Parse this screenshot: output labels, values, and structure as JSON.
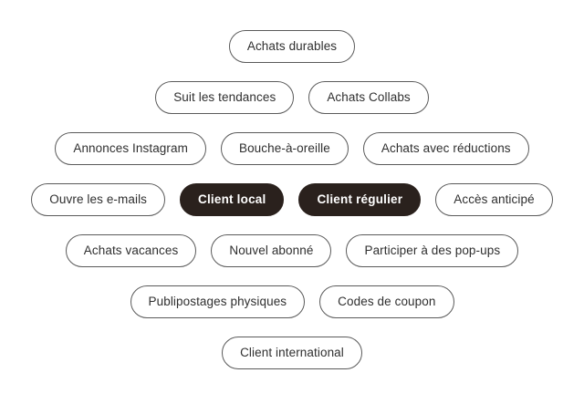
{
  "canvas": {
    "background": "#ffffff",
    "pill_fill": "#ffffff",
    "pill_border": "#5a5a5a",
    "pill_text": "#2f2f2f",
    "selected_fill": "#2a211d",
    "selected_text": "#ffffff"
  },
  "rows": [
    {
      "index": 0,
      "tags": [
        {
          "label": "Achats durables",
          "selected": false
        }
      ]
    },
    {
      "index": 1,
      "tags": [
        {
          "label": "Suit les tendances",
          "selected": false
        },
        {
          "label": "Achats Collabs",
          "selected": false
        }
      ]
    },
    {
      "index": 2,
      "tags": [
        {
          "label": "Annonces Instagram",
          "selected": false
        },
        {
          "label": "Bouche-à-oreille",
          "selected": false
        },
        {
          "label": "Achats avec réductions",
          "selected": false
        }
      ]
    },
    {
      "index": 3,
      "tags": [
        {
          "label": "Ouvre les e-mails",
          "selected": false
        },
        {
          "label": "Client local",
          "selected": true
        },
        {
          "label": "Client régulier",
          "selected": true
        },
        {
          "label": "Accès anticipé",
          "selected": false
        }
      ]
    },
    {
      "index": 4,
      "tags": [
        {
          "label": "Achats vacances",
          "selected": false
        },
        {
          "label": "Nouvel abonné",
          "selected": false
        },
        {
          "label": "Participer à des pop-ups",
          "selected": false
        }
      ]
    },
    {
      "index": 5,
      "tags": [
        {
          "label": "Publipostages physiques",
          "selected": false
        },
        {
          "label": "Codes de coupon",
          "selected": false
        }
      ]
    },
    {
      "index": 6,
      "tags": [
        {
          "label": "Client international",
          "selected": false
        }
      ]
    }
  ]
}
